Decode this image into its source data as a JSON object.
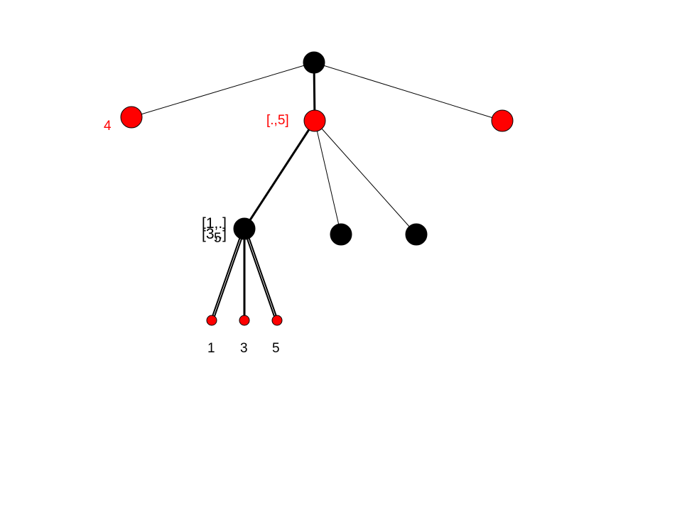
{
  "colors": {
    "red": "#ff0000",
    "black": "#000000",
    "edge": "#000000"
  },
  "labels": {
    "left_child": "4",
    "mid_child": "[.,5]",
    "inner_node_a": "[1,.]",
    "inner_node_b": "[3,.]",
    "inner_node_c": "5",
    "leaf_1": "1",
    "leaf_3": "3",
    "leaf_5": "5"
  }
}
